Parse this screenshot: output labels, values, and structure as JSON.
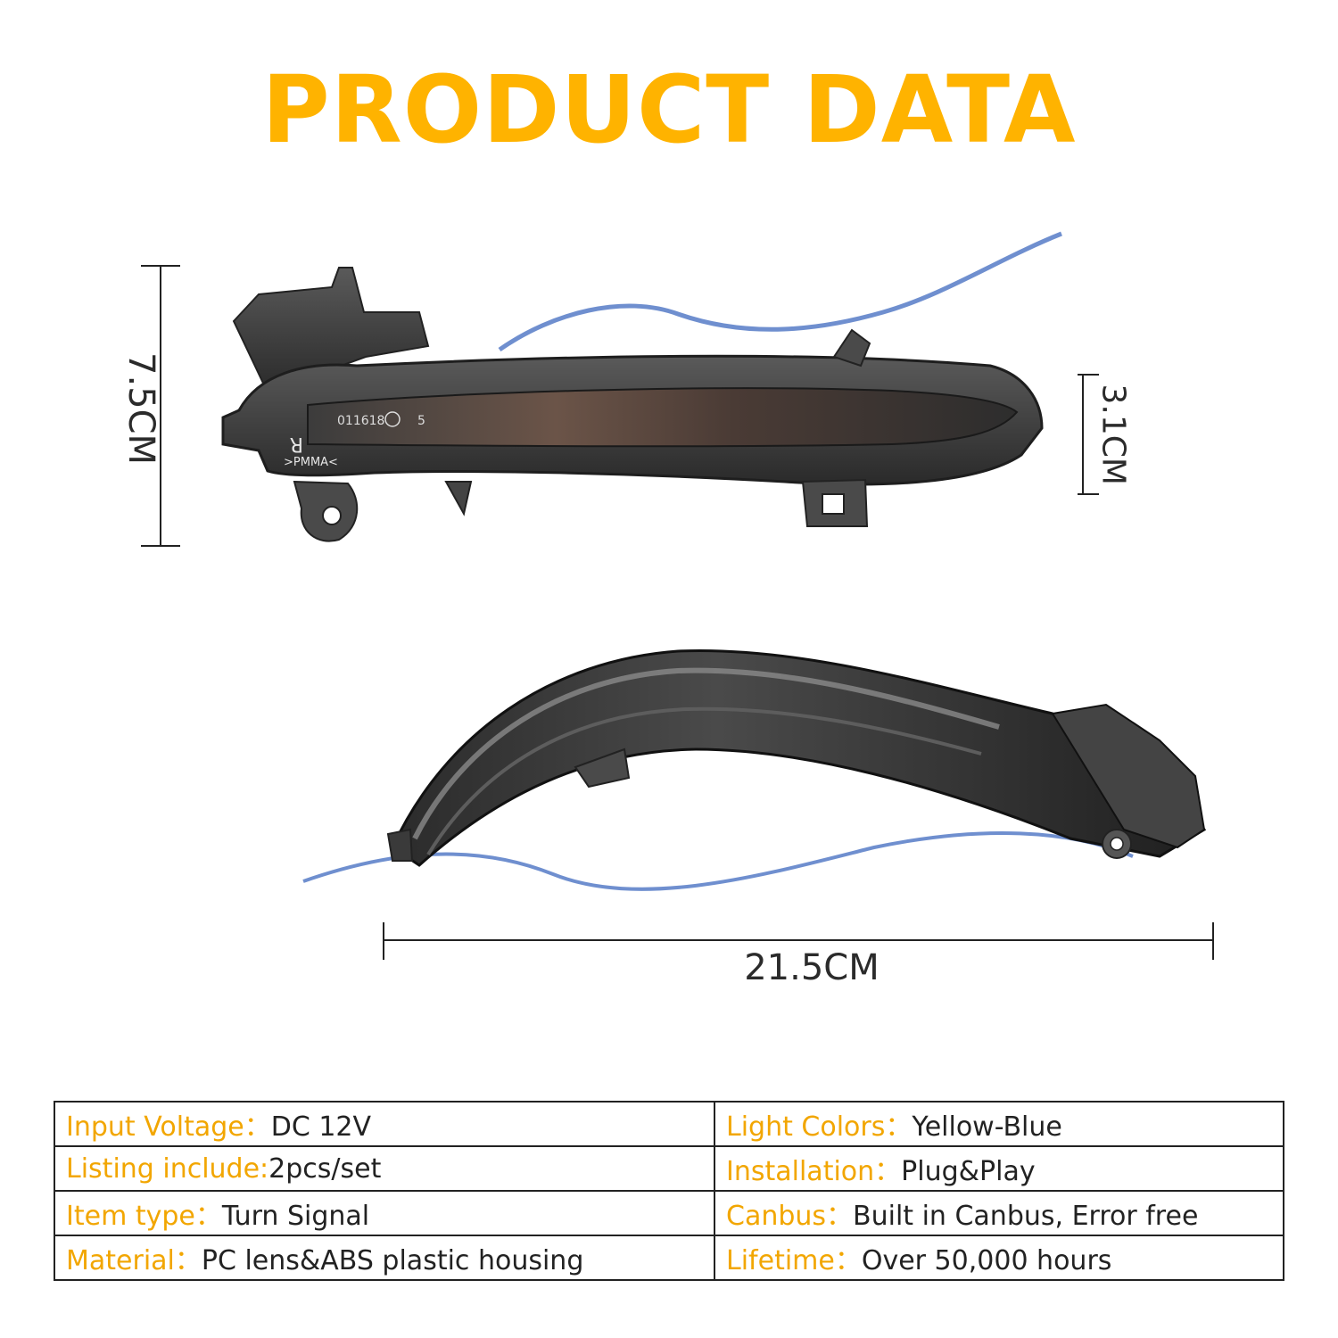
{
  "title": "PRODUCT DATA",
  "dimensions": {
    "height": "7.5CM",
    "lens_height": "3.1CM",
    "length": "21.5CM"
  },
  "part_marking": {
    "code": "011618",
    "rev": "5",
    "side": "R",
    "material": ">PMMA<"
  },
  "colors": {
    "title": "#ffb300",
    "spec_label": "#f2a600",
    "wire": "#6f8fcf",
    "housing": "#3a3a3a"
  },
  "specs": [
    {
      "left_label": "Input Voltage：",
      "left_value": "DC 12V",
      "right_label": "Light Colors：",
      "right_value": "Yellow-Blue"
    },
    {
      "left_label": "Listing include:",
      "left_value": "2pcs/set",
      "right_label": "Installation：",
      "right_value": "Plug&Play"
    },
    {
      "left_label": "Item type：",
      "left_value": "Turn Signal",
      "right_label": "Canbus：",
      "right_value": "Built in Canbus, Error free"
    },
    {
      "left_label": "Material：",
      "left_value": "PC lens&ABS plastic housing",
      "right_label": "Lifetime：",
      "right_value": "Over 50,000 hours"
    }
  ]
}
